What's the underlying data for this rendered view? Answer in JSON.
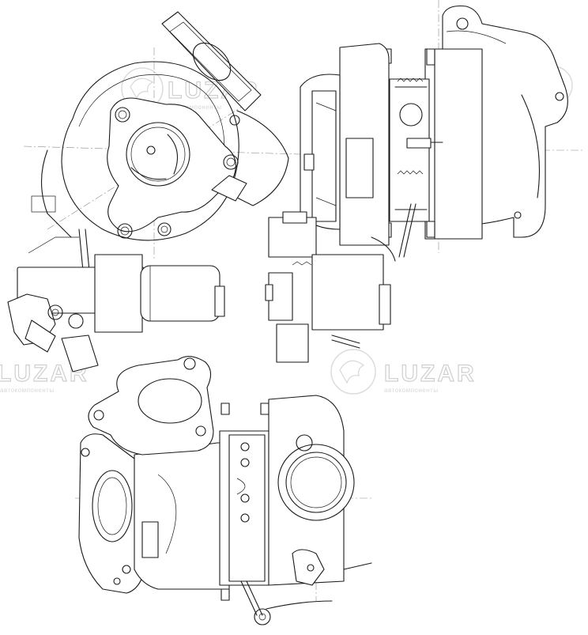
{
  "watermark": {
    "brand": "LUZAR",
    "tagline": "автокомпоненты"
  },
  "views": [
    {
      "id": "turbo-view-front"
    },
    {
      "id": "turbo-view-side"
    },
    {
      "id": "turbo-view-bottom"
    }
  ]
}
